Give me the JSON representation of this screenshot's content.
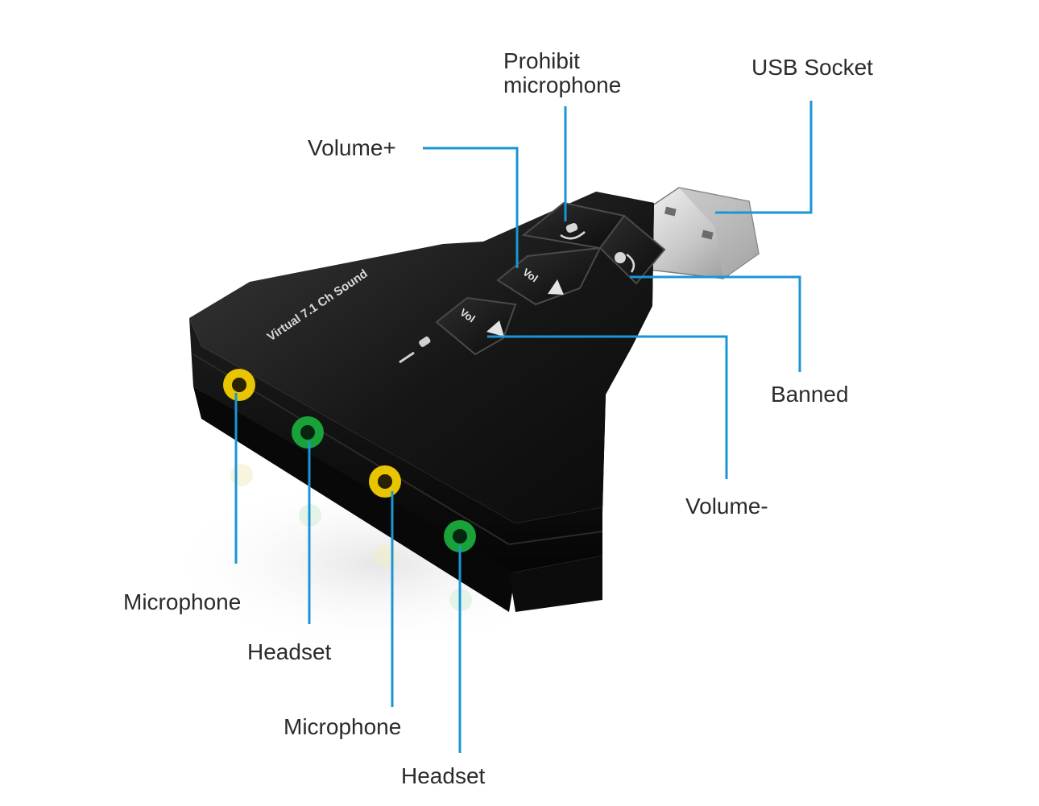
{
  "device": {
    "brand_text": "Virtual 7.1 Ch Sound",
    "vol_button_text": "Vol",
    "colors": {
      "body": "#111111",
      "leader_line": "#1a96d4",
      "jack_yellow": "#e9c400",
      "jack_green": "#19a23a",
      "label_text": "#2b2b2b"
    }
  },
  "callouts": {
    "prohibit_line1": "Prohibit",
    "prohibit_line2": "microphone",
    "usb_socket": "USB Socket",
    "volume_plus": "Volume+",
    "banned": "Banned",
    "volume_minus": "Volume-",
    "microphone_1": "Microphone",
    "headset_1": "Headset",
    "microphone_2": "Microphone",
    "headset_2": "Headset"
  }
}
